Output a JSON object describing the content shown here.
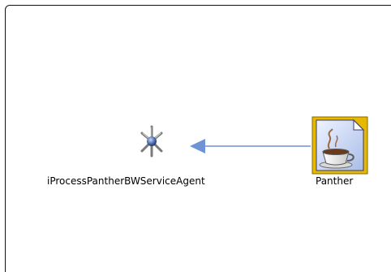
{
  "diagram": {
    "nodes": [
      {
        "id": "service-agent",
        "label": "iProcessPantherBWServiceAgent",
        "icon": "service-agent-icon"
      },
      {
        "id": "panther",
        "label": "Panther",
        "icon": "java-process-icon"
      }
    ],
    "connection": {
      "from": "panther",
      "to": "service-agent",
      "color": "#6f93d6"
    }
  },
  "colors": {
    "connector": "#6f93d6",
    "panther_border": "#e0b400",
    "agent_icon": "#5a78b8"
  }
}
